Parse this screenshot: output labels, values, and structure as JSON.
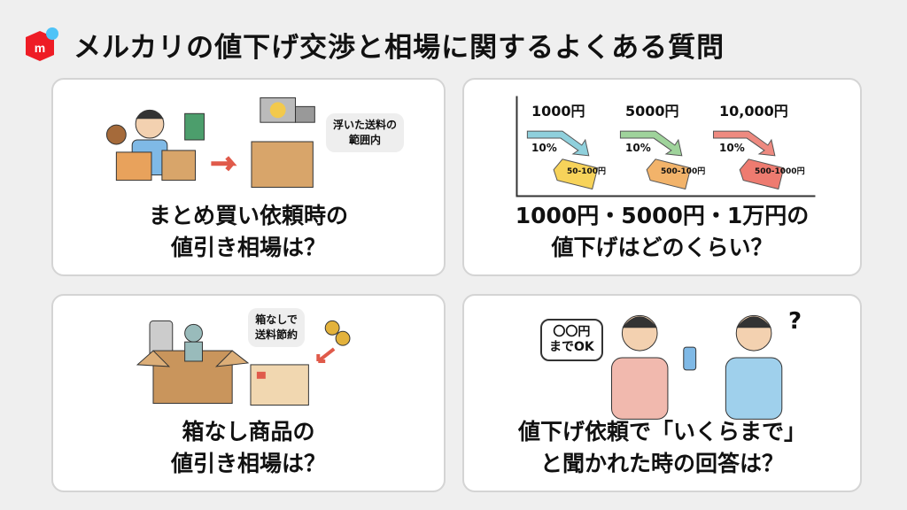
{
  "header": {
    "title": "メルカリの値下げ交渉と相場に関するよくある質問",
    "logo_icon": "mercari-logo"
  },
  "cards": [
    {
      "caption_line1": "まとめ買い依頼時の",
      "caption_line2": "値引き相場は？",
      "bubble": "浮いた送料の\n範囲内"
    },
    {
      "caption_line1": "1000円・5000円・1万円の",
      "caption_line2": "値下げはどのくらい？",
      "prices": [
        {
          "price": "1000円",
          "percent": "10%",
          "tag": "50-100円",
          "color": "#f7d35a",
          "arrow": "#8fd0dc"
        },
        {
          "price": "5000円",
          "percent": "10%",
          "tag": "500-100円",
          "color": "#f2b36a",
          "arrow": "#9fd39b"
        },
        {
          "price": "10,000円",
          "percent": "10%",
          "tag": "500-1000円",
          "color": "#ee7b70",
          "arrow": "#ee8a80"
        }
      ]
    },
    {
      "caption_line1": "箱なし商品の",
      "caption_line2": "値引き相場は？",
      "bubble": "箱なしで\n送料節約"
    },
    {
      "caption_line1": "値下げ依頼で「いくらまで」",
      "caption_line2": "と聞かれた時の回答は？",
      "bubble": "〇〇円\nまでOK",
      "question": "?"
    }
  ]
}
